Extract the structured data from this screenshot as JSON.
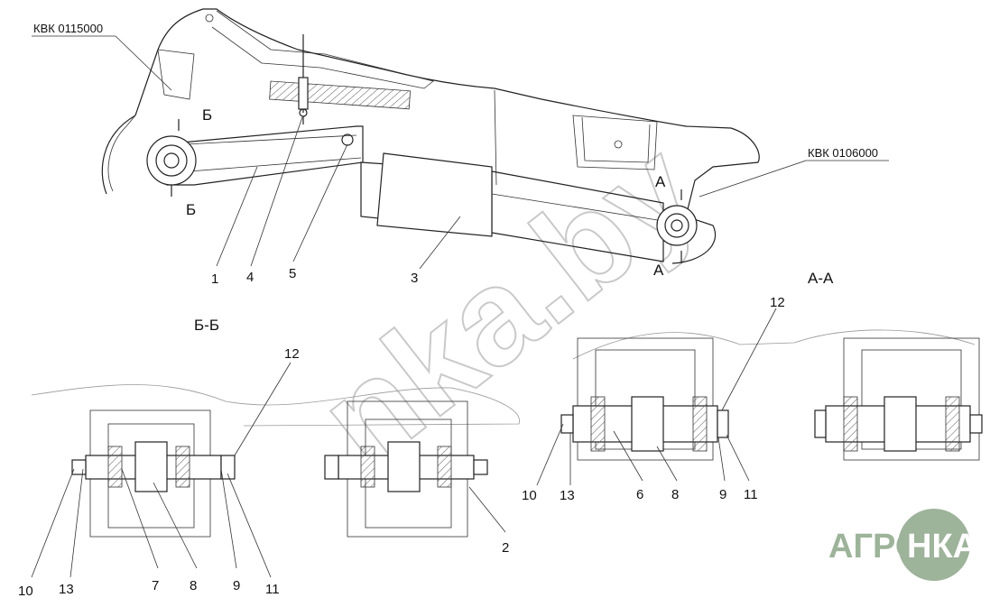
{
  "references": {
    "assembly_left": "КВК 0115000",
    "assembly_right": "КВК 0106000"
  },
  "sections": {
    "aa": "А-А",
    "bb": "Б-Б",
    "marker_a": "А",
    "marker_b": "Б"
  },
  "callouts_main": [
    "1",
    "4",
    "5",
    "3"
  ],
  "callouts_bb": [
    "10",
    "13",
    "7",
    "8",
    "9",
    "11",
    "12",
    "2"
  ],
  "callouts_aa": [
    "10",
    "13",
    "6",
    "8",
    "9",
    "11",
    "12"
  ],
  "watermark": "nka.by",
  "logo": {
    "left": "АГРО",
    "right": "НКА",
    "color": "#9db39a"
  }
}
